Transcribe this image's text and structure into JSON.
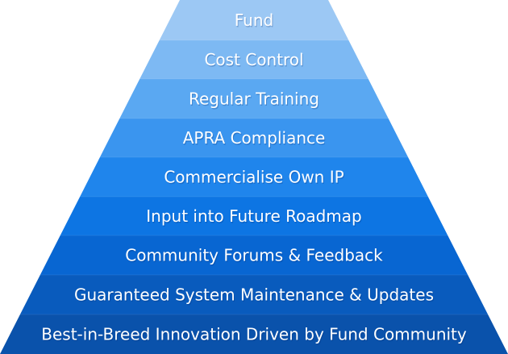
{
  "pyramid": {
    "tiers": [
      {
        "label": "Fund",
        "color": "#9cc8f4"
      },
      {
        "label": "Cost Control",
        "color": "#7db9f3"
      },
      {
        "label": "Regular Training",
        "color": "#5aa8f2"
      },
      {
        "label": "APRA Compliance",
        "color": "#3a95ef"
      },
      {
        "label": "Commercialise Own IP",
        "color": "#1f85ec"
      },
      {
        "label": "Input into Future Roadmap",
        "color": "#0d75e3"
      },
      {
        "label": "Community Forums & Feedback",
        "color": "#0866d2"
      },
      {
        "label": "Guaranteed System Maintenance & Updates",
        "color": "#095bbd"
      },
      {
        "label": "Best-in-Breed Innovation Driven by Fund Community",
        "color": "#0a52ab"
      }
    ]
  }
}
